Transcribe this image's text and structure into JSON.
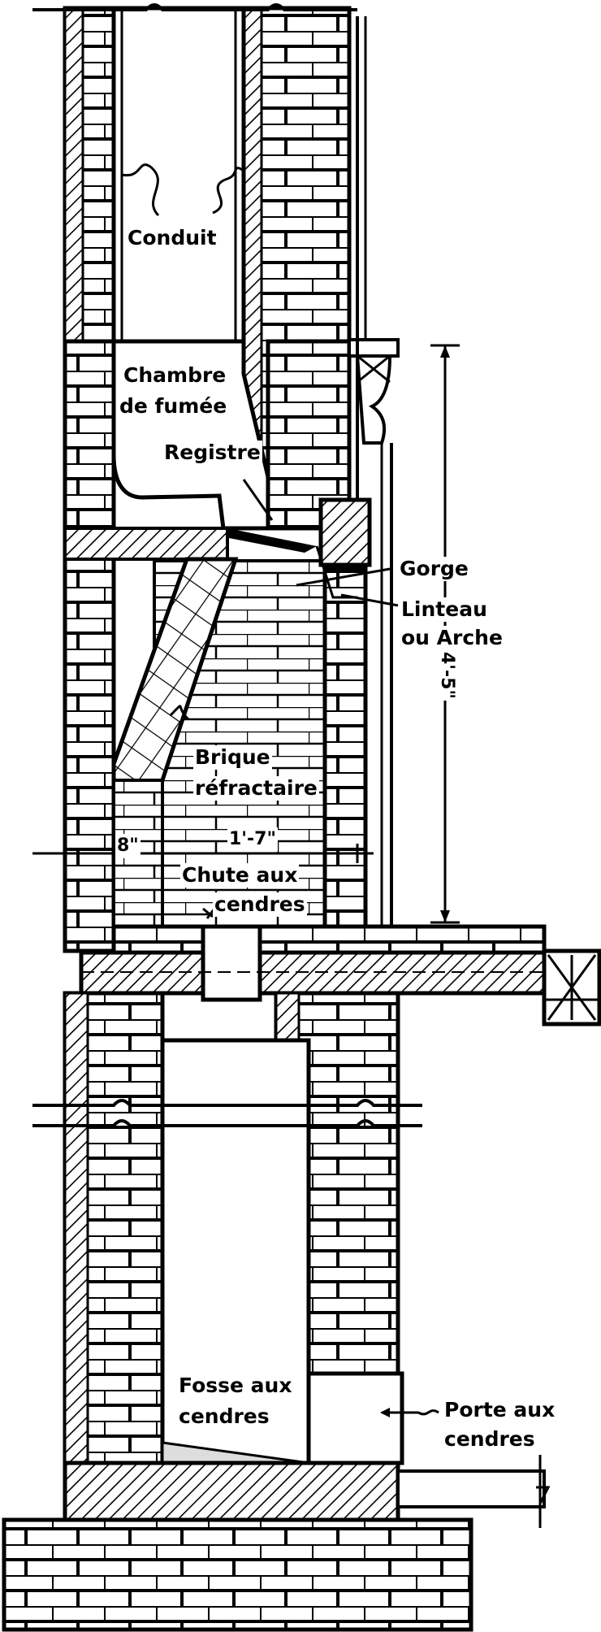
{
  "labels": {
    "conduit": "Conduit",
    "chambre_line1": "Chambre",
    "chambre_line2": "de fumée",
    "registre": "Registre",
    "gorge": "Gorge",
    "linteau_line1": "Linteau",
    "linteau_line2": "ou Arche",
    "brique_line1": "Brique",
    "brique_line2": "réfractaire",
    "chute_line1": "Chute aux",
    "chute_line2": "cendres",
    "fosse_line1": "Fosse aux",
    "fosse_line2": "cendres",
    "porte_line1": "Porte aux",
    "porte_line2": "cendres"
  },
  "dimensions": {
    "height": "4'-5\"",
    "wall": "8\"",
    "depth": "1'-7\""
  },
  "colors": {
    "ink": "#000000",
    "paper": "#ffffff"
  }
}
